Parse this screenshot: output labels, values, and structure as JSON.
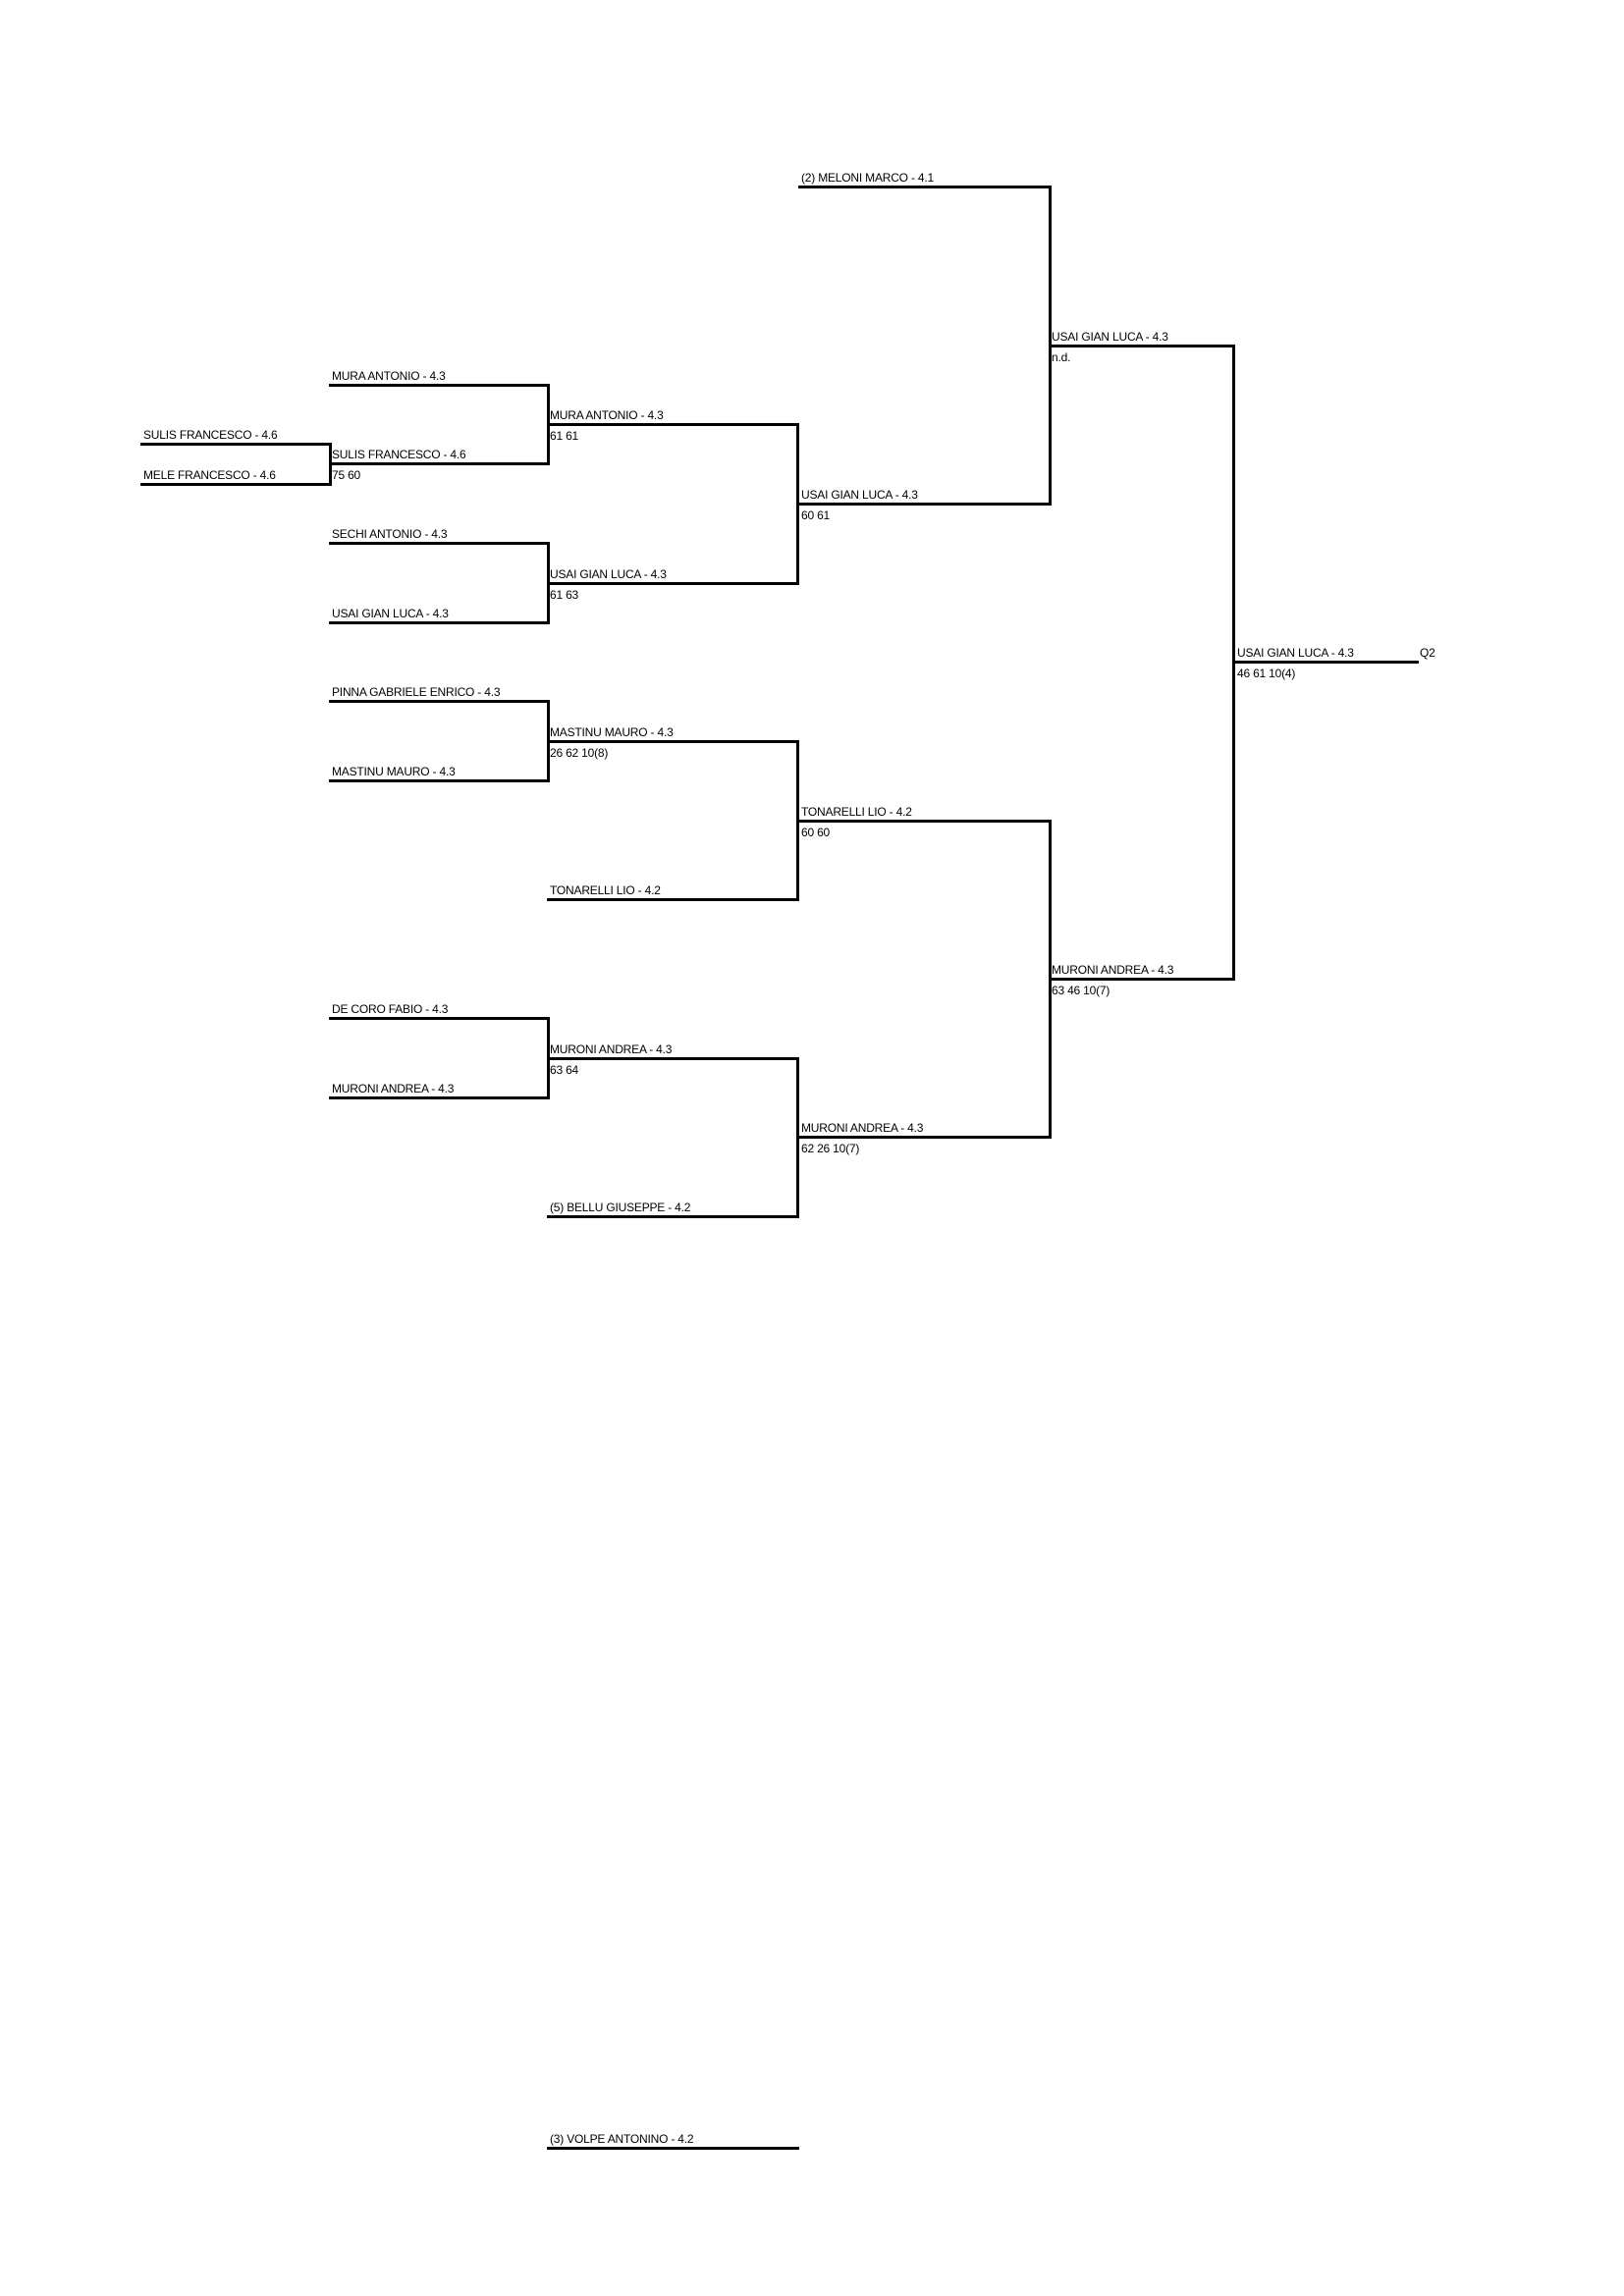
{
  "bracket": {
    "preliminary": {
      "sulis": "SULIS FRANCESCO - 4.6",
      "mele": "MELE FRANCESCO - 4.6"
    },
    "round1": {
      "mura": "MURA ANTONIO - 4.3",
      "sulis": "SULIS FRANCESCO - 4.6",
      "sulis_score": "75 60",
      "sechi": "SECHI ANTONIO - 4.3",
      "usai": "USAI GIAN LUCA - 4.3",
      "pinna": "PINNA GABRIELE ENRICO - 4.3",
      "mastinu": "MASTINU MAURO - 4.3",
      "decoro": "DE CORO FABIO - 4.3",
      "muroni": "MURONI ANDREA - 4.3"
    },
    "round2": {
      "mura": "MURA ANTONIO - 4.3",
      "mura_score": "61 61",
      "usai": "USAI GIAN LUCA - 4.3",
      "usai_score": "61 63",
      "mastinu": "MASTINU MAURO - 4.3",
      "mastinu_score": "26 62 10(8)",
      "tonarelli": "TONARELLI LIO - 4.2",
      "muroni": "MURONI ANDREA - 4.3",
      "muroni_score": "63 64",
      "bellu": "(5) BELLU GIUSEPPE - 4.2",
      "volpe": "(3) VOLPE ANTONINO - 4.2"
    },
    "round3": {
      "meloni": "(2) MELONI MARCO - 4.1",
      "usai": "USAI GIAN LUCA - 4.3",
      "usai_score": "60 61",
      "tonarelli": "TONARELLI LIO - 4.2",
      "tonarelli_score": "60 60",
      "muroni": "MURONI ANDREA - 4.3",
      "muroni_score": "62 26 10(7)"
    },
    "round4": {
      "usai": "USAI GIAN LUCA - 4.3",
      "usai_score": "n.d.",
      "muroni": "MURONI ANDREA - 4.3",
      "muroni_score": "63 46 10(7)"
    },
    "final": {
      "winner": "USAI GIAN LUCA - 4.3",
      "winner_score": "46 61 10(4)",
      "qualifier": "Q2"
    }
  }
}
